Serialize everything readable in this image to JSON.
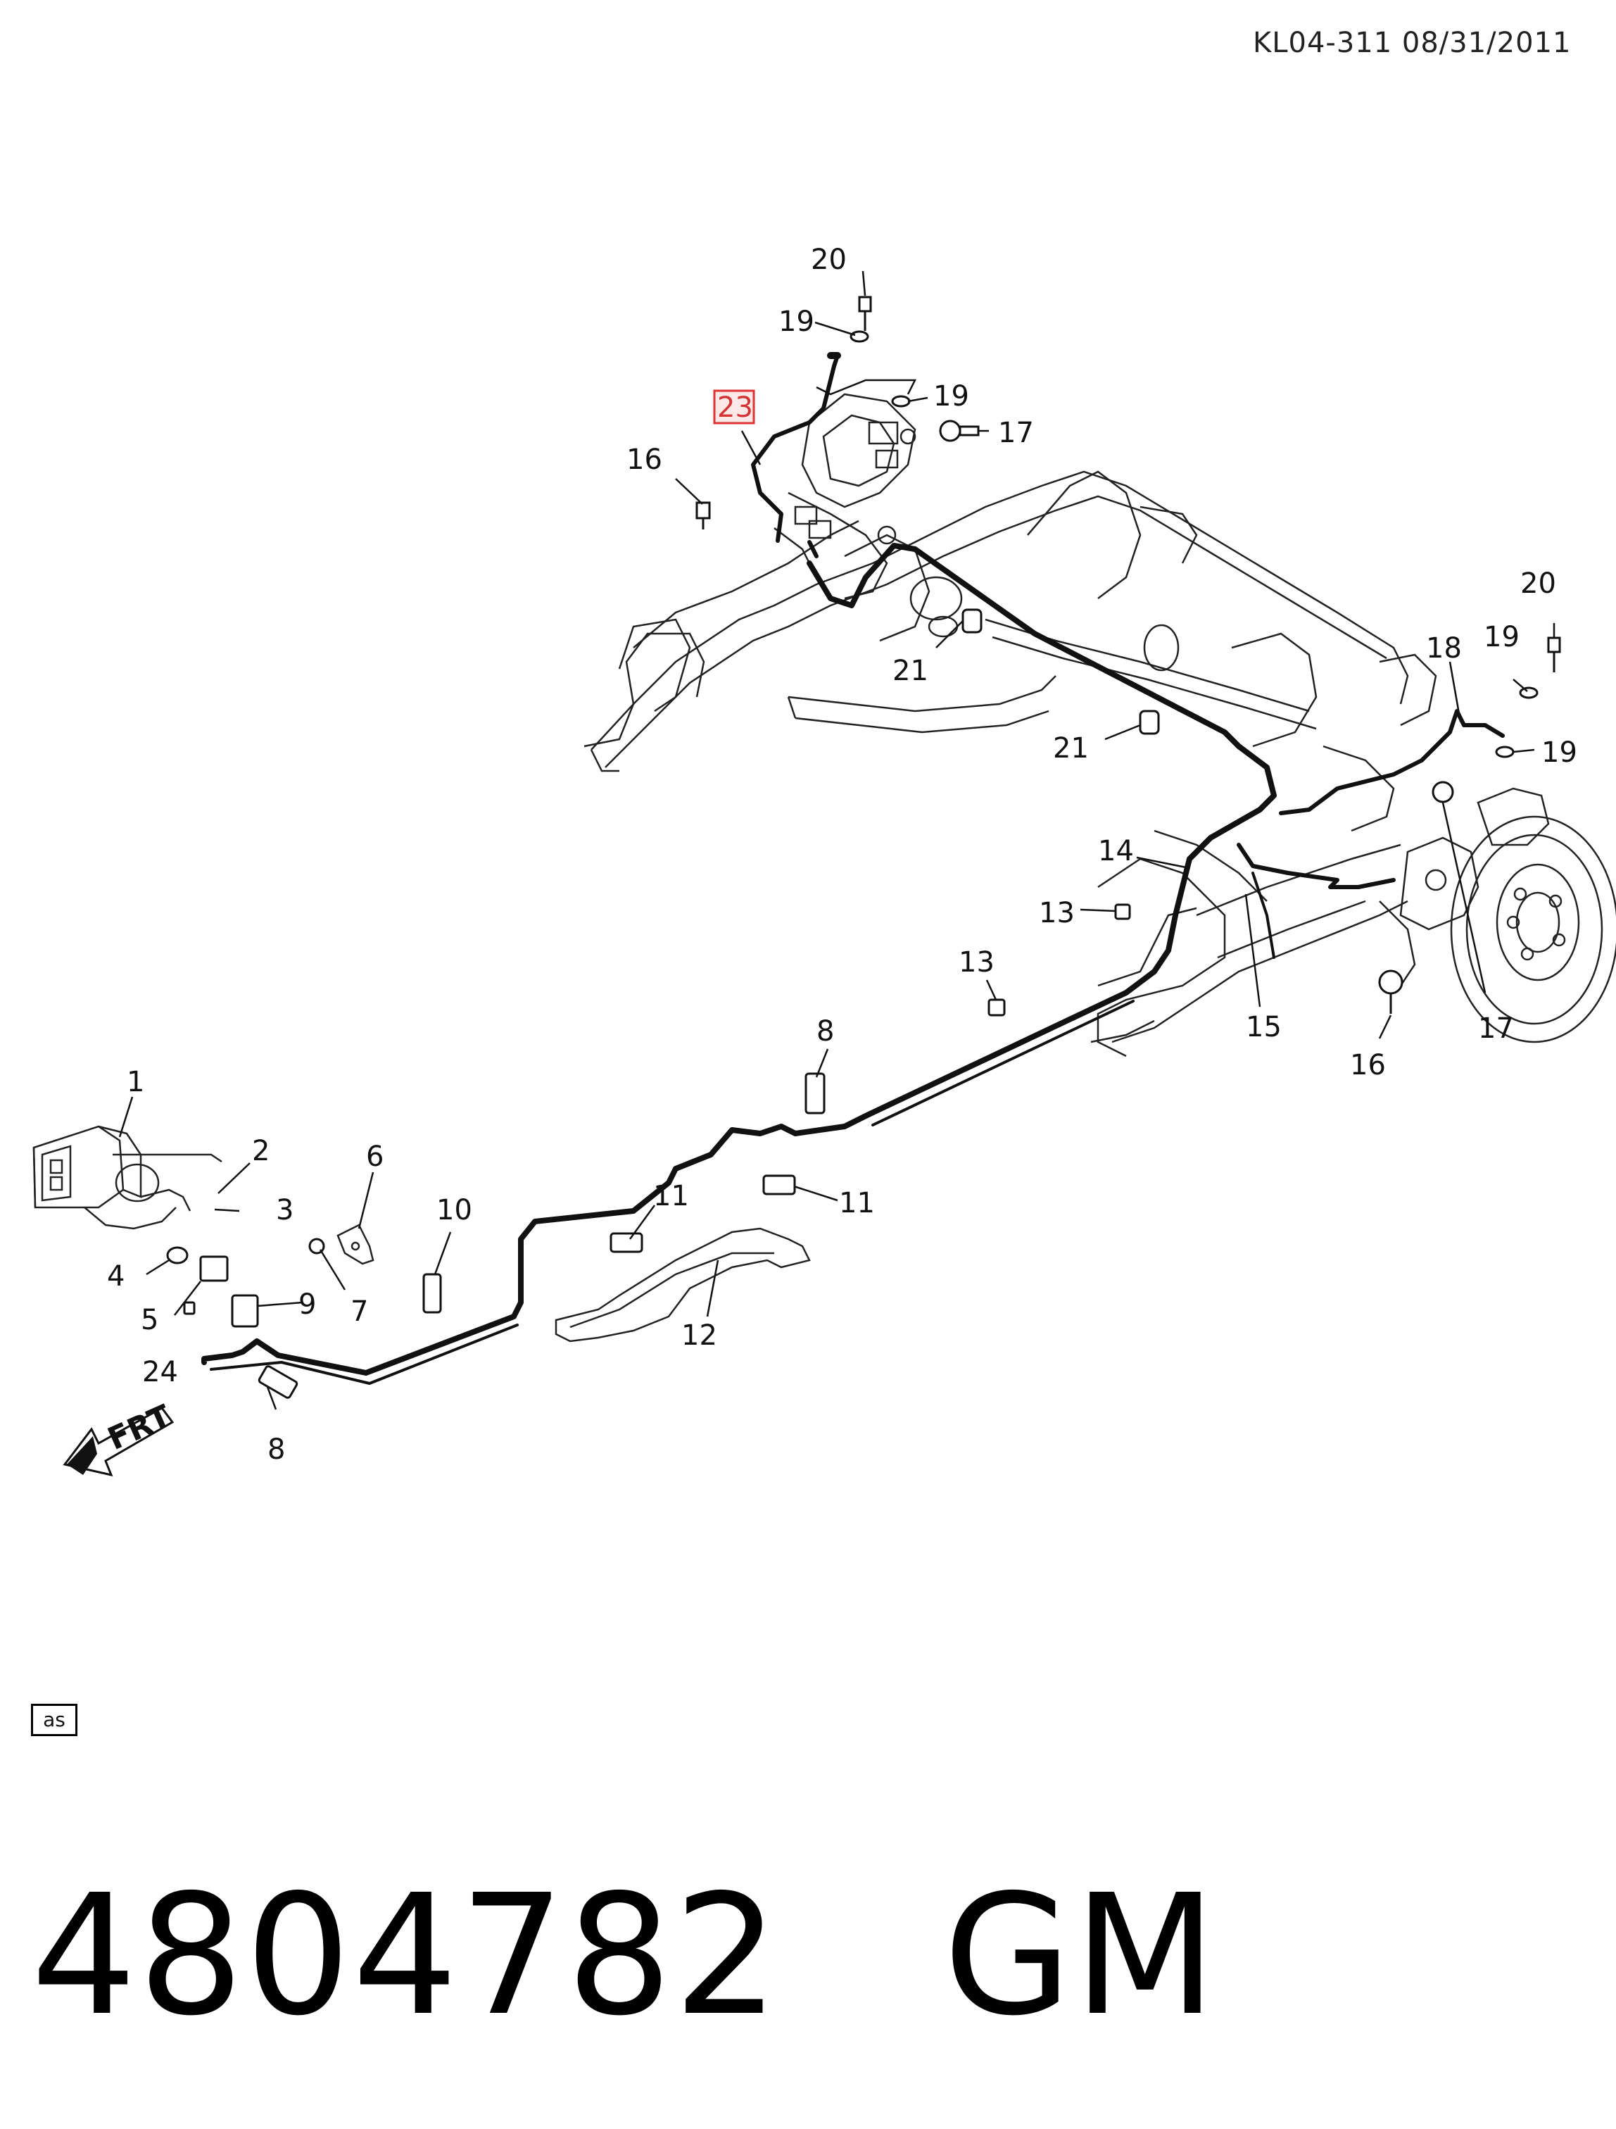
{
  "header": {
    "doc_id": "KL04-311 08/31/2011"
  },
  "footer": {
    "part_number": "4804782",
    "brand": "GM",
    "as_label": "as",
    "frt_label": "FRT"
  },
  "highlight_color": "#d33333",
  "callouts": {
    "c1": "1",
    "c2": "2",
    "c3": "3",
    "c4": "4",
    "c5": "5",
    "c6": "6",
    "c7": "7",
    "c8a": "8",
    "c8b": "8",
    "c9": "9",
    "c10": "10",
    "c11a": "11",
    "c11b": "11",
    "c12": "12",
    "c13a": "13",
    "c13b": "13",
    "c14": "14",
    "c15": "15",
    "c16a": "16",
    "c16b": "16",
    "c17a": "17",
    "c17b": "17",
    "c18": "18",
    "c19a": "19",
    "c19b": "19",
    "c19c": "19",
    "c19d": "19",
    "c20a": "20",
    "c20b": "20",
    "c21a": "21",
    "c21b": "21",
    "c23": "23",
    "c24": "24"
  }
}
